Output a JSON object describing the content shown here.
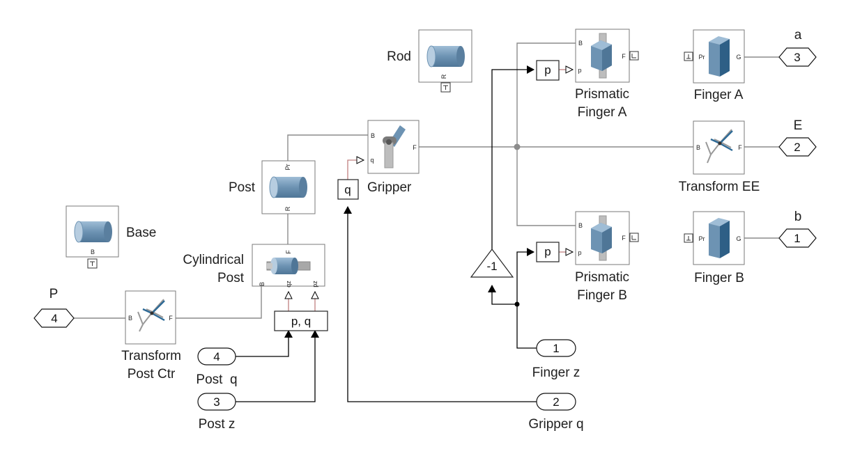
{
  "blocks": {
    "rod": {
      "label": "Rod",
      "port_r": "R"
    },
    "base": {
      "label": "Base",
      "port_b": "B"
    },
    "post": {
      "label": "Post",
      "port_pr": "Pr",
      "port_r": "R"
    },
    "cyl_post": {
      "label_1": "Cylindrical",
      "label_2": "Post",
      "port_f": "F",
      "port_b": "B",
      "port_qz": "qz",
      "port_pz": "pz"
    },
    "transform_post": {
      "label_1": "Transform",
      "label_2": "Post Ctr",
      "port_b": "B",
      "port_f": "F"
    },
    "gripper": {
      "label": "Gripper",
      "port_b": "B",
      "port_f": "F",
      "port_q": "q"
    },
    "pris_a": {
      "label_1": "Prismatic",
      "label_2": "Finger A",
      "port_b": "B",
      "port_f": "F",
      "port_p": "p"
    },
    "pris_b": {
      "label_1": "Prismatic",
      "label_2": "Finger B",
      "port_b": "B",
      "port_f": "F",
      "port_p": "p"
    },
    "finger_a": {
      "label": "Finger A",
      "port_pr": "Pr",
      "port_g": "G"
    },
    "finger_b": {
      "label": "Finger B",
      "port_pr": "Pr",
      "port_g": "G"
    },
    "transform_ee": {
      "label": "Transform EE",
      "port_b": "B",
      "port_f": "F"
    },
    "gain": {
      "value": "-1"
    },
    "ps_pq": {
      "text": "p, q"
    },
    "ps_q": {
      "text": "q"
    },
    "ps_pa": {
      "text": "p"
    },
    "ps_pb": {
      "text": "p"
    }
  },
  "ports": {
    "out_a": {
      "num": "3",
      "label": "a"
    },
    "out_e": {
      "num": "2",
      "label": "E"
    },
    "out_b": {
      "num": "1",
      "label": "b"
    },
    "out_p": {
      "num": "4",
      "label": "P"
    },
    "in_post_q": {
      "num": "4",
      "label": "Post  q"
    },
    "in_post_z": {
      "num": "3",
      "label": "Post z"
    },
    "in_finger_z": {
      "num": "1",
      "label": "Finger z"
    },
    "in_gripper_q": {
      "num": "2",
      "label": "Gripper q"
    }
  },
  "colors": {
    "block_border": "#7a7a7a",
    "physical_wire": "#8c8c8c",
    "signal_wire": "#000000",
    "ps_wire": "#c08080",
    "body_blue": "#6d93b3",
    "frame_blue": "#2e6a96"
  }
}
